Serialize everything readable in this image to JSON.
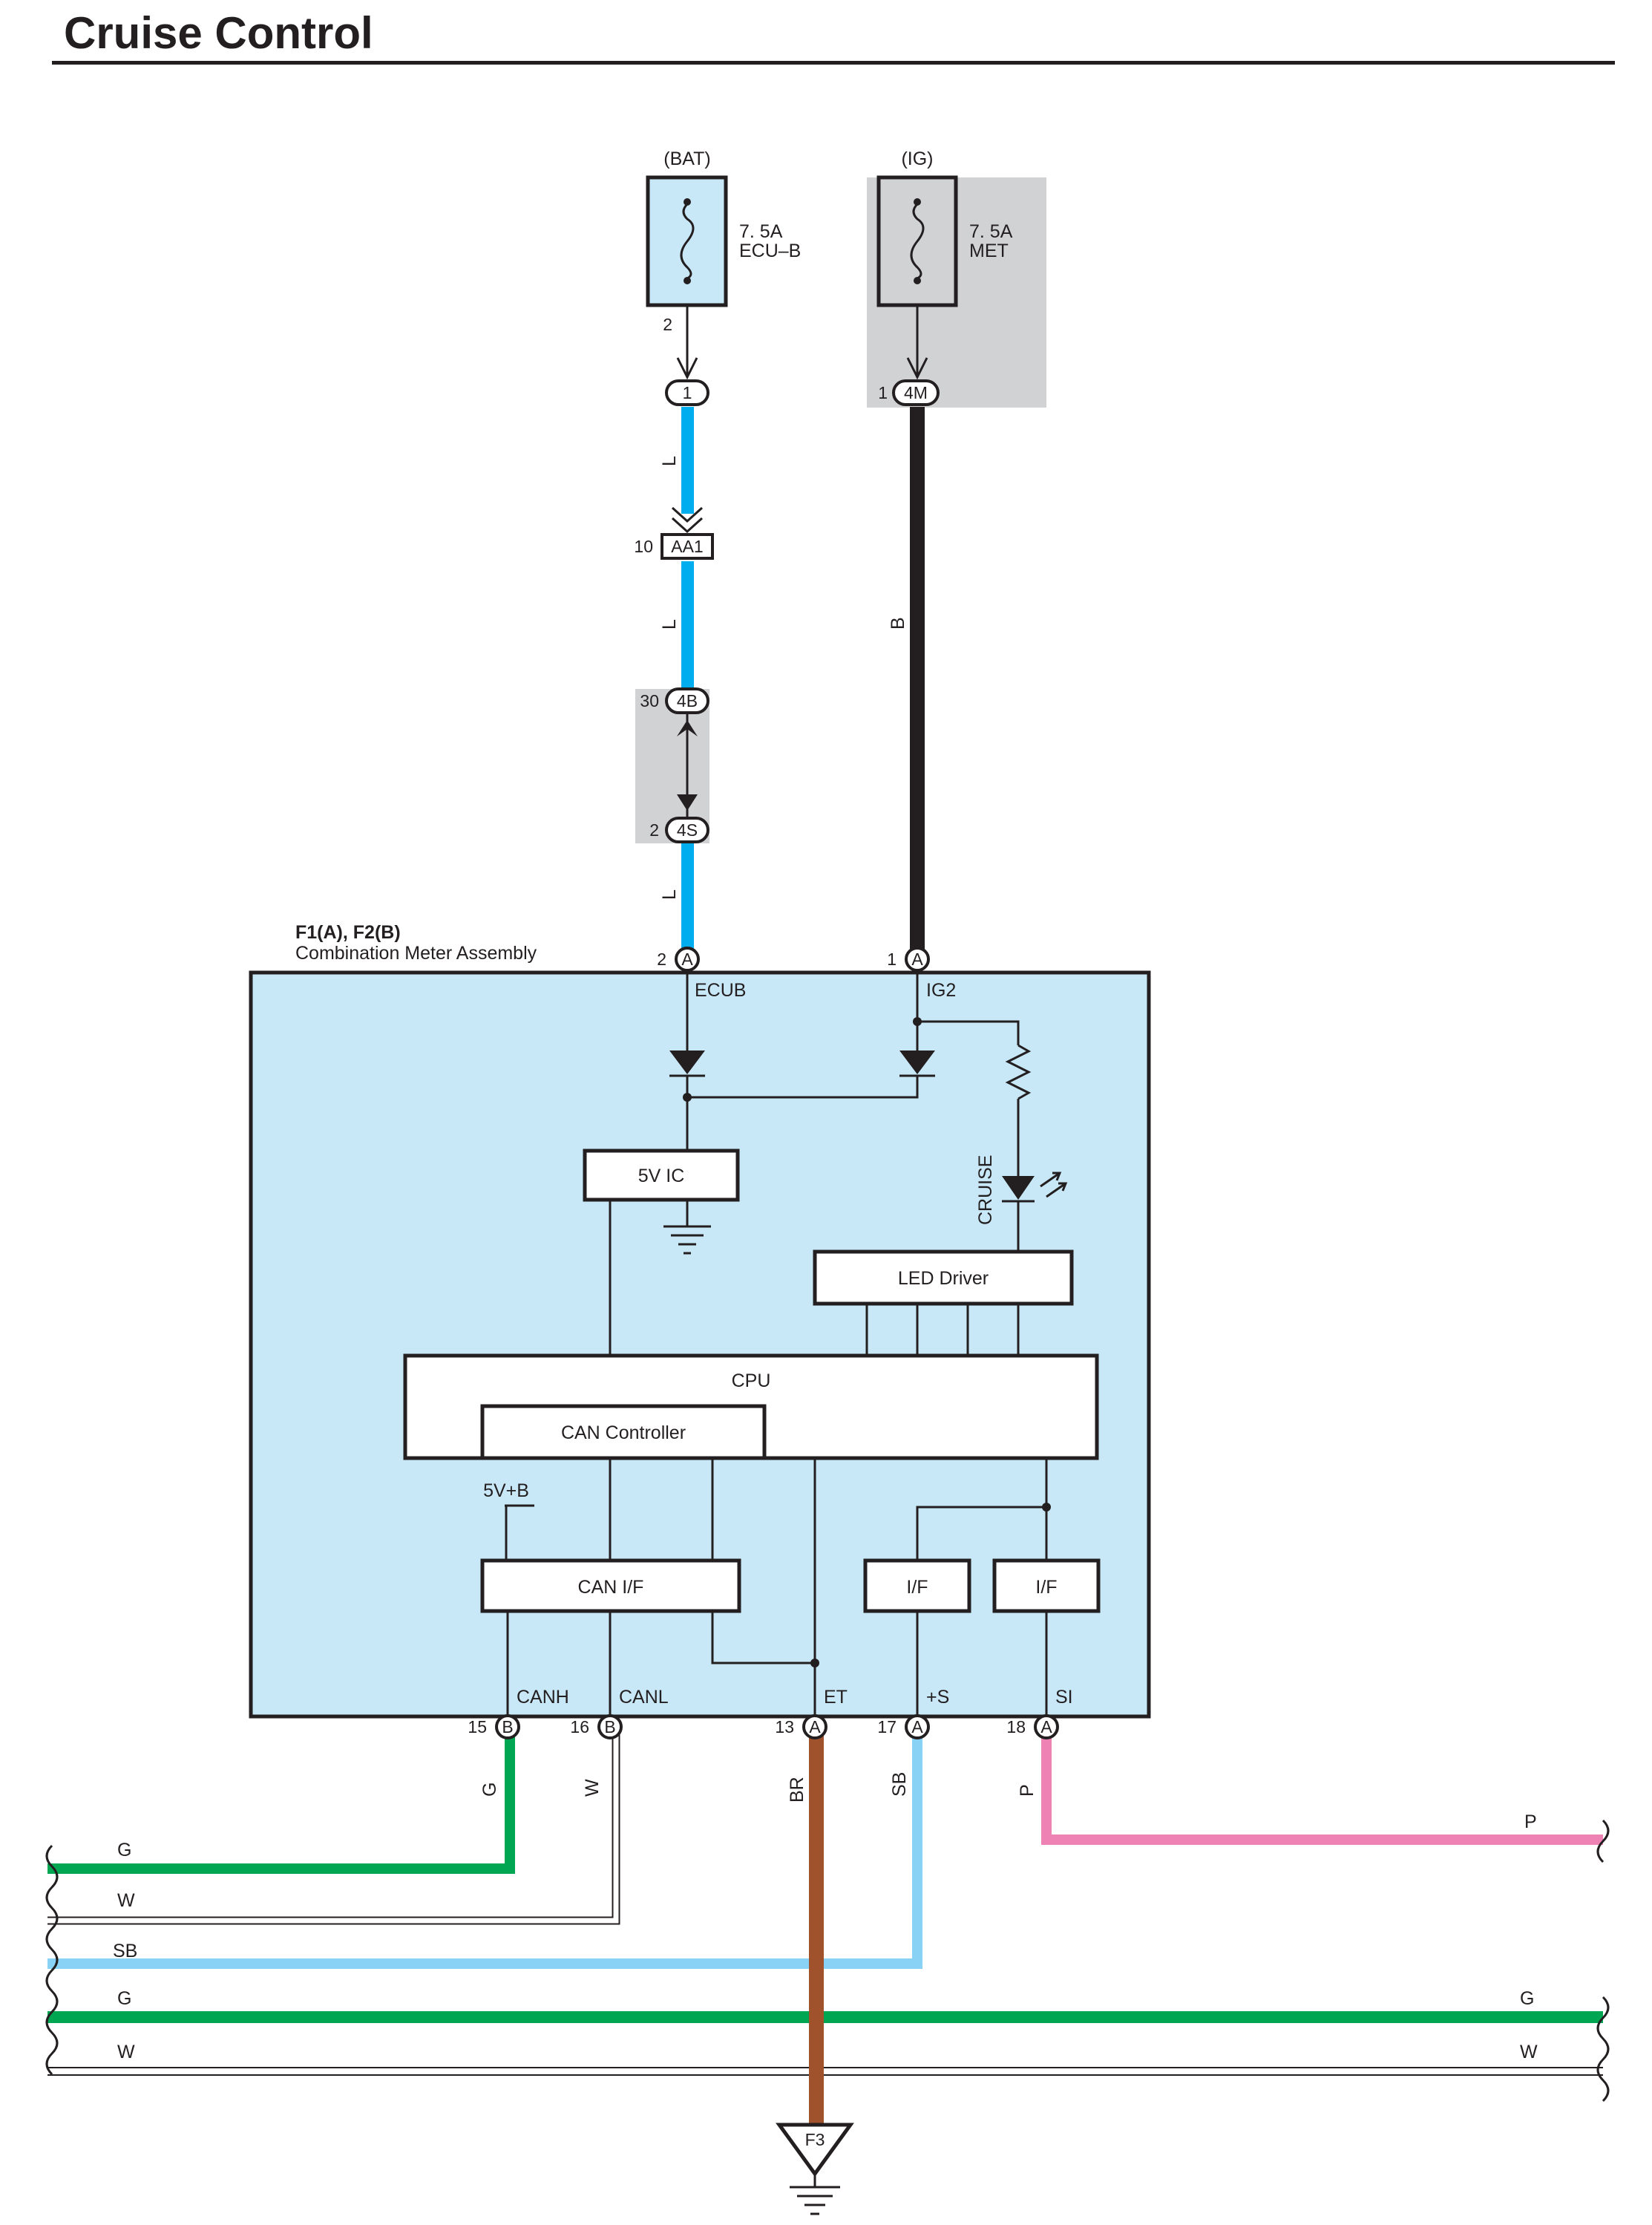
{
  "title": "Cruise Control",
  "colors": {
    "L": "#00aeef",
    "B": "#231f20",
    "G": "#00a651",
    "W": "#ffffff",
    "BR": "#a0522d",
    "SB": "#89d1f5",
    "P": "#ee82b4",
    "module_fill": "#c8e8f8",
    "shade": "#d1d2d4"
  },
  "fuses": [
    {
      "supply": "(BAT)",
      "amps": "7. 5A",
      "name": "ECU–B",
      "pin": "2"
    },
    {
      "supply": "(IG)",
      "amps": "7. 5A",
      "name": "MET"
    }
  ],
  "connectors": {
    "c1": {
      "label": "1"
    },
    "c4m": {
      "pin": "1",
      "label": "4M"
    },
    "aa1": {
      "pin": "10",
      "label": "AA1"
    },
    "c4b": {
      "pin": "30",
      "label": "4B"
    },
    "c4s": {
      "pin": "2",
      "label": "4S"
    }
  },
  "wire_codes": {
    "L": "L",
    "B": "B",
    "G": "G",
    "W": "W",
    "BR": "BR",
    "SB": "SB",
    "P": "P"
  },
  "module": {
    "ref": "F1(A), F2(B)",
    "name": "Combination Meter Assembly",
    "blocks": {
      "ic": "5V IC",
      "led_driver": "LED Driver",
      "cpu": "CPU",
      "can_controller": "CAN Controller",
      "can_if": "CAN I/F",
      "if_s": "I/F",
      "if_si": "I/F"
    },
    "labels": {
      "cruise": "CRUISE",
      "v5b": "5V+B"
    },
    "top_pins": [
      {
        "num": "2",
        "conn": "A",
        "name": "ECUB"
      },
      {
        "num": "1",
        "conn": "A",
        "name": "IG2"
      }
    ],
    "bottom_pins": [
      {
        "num": "15",
        "conn": "B",
        "name": "CANH"
      },
      {
        "num": "16",
        "conn": "B",
        "name": "CANL"
      },
      {
        "num": "13",
        "conn": "A",
        "name": "ET"
      },
      {
        "num": "17",
        "conn": "A",
        "name": "+S"
      },
      {
        "num": "18",
        "conn": "A",
        "name": "SI"
      }
    ]
  },
  "ground": {
    "label": "F3"
  }
}
